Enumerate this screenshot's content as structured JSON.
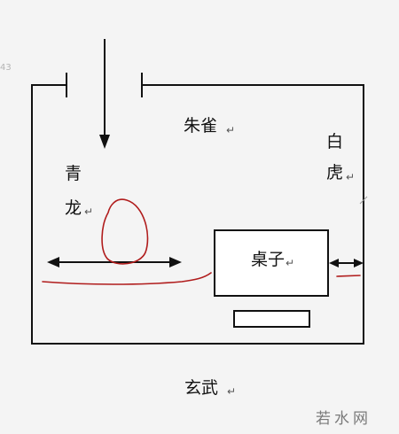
{
  "labels": {
    "south": "朱雀",
    "west": "白虎",
    "east_line1": "青",
    "east_line2": "龙",
    "desk": "桌子",
    "north": "玄武",
    "return_mark": "↵"
  },
  "watermark": {
    "text": "若水网",
    "corner_number": "43"
  },
  "colors": {
    "line": "#111111",
    "annotation": "#b01c1c",
    "background": "#f4f4f4"
  }
}
